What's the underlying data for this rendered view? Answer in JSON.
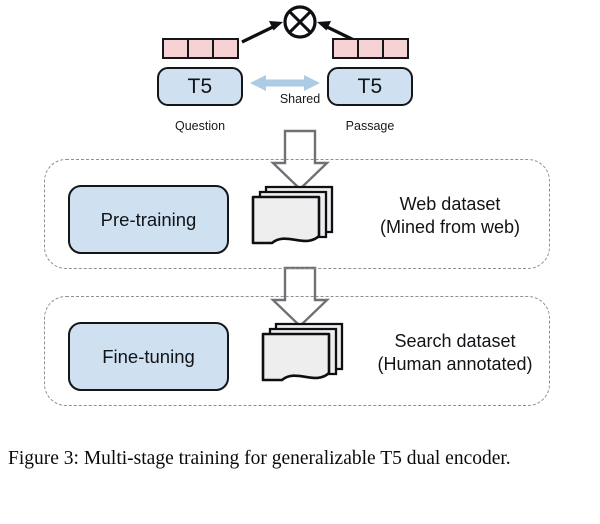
{
  "figure": {
    "caption": "Figure 3: Multi-stage training for generalizable T5 dual encoder."
  },
  "dual_encoder": {
    "similarity_operator": "⊗",
    "left": {
      "encoder_label": "T5",
      "io_caption": "Question",
      "token_count": 3
    },
    "right": {
      "encoder_label": "T5",
      "io_caption": "Passage",
      "token_count": 3
    },
    "shared_label": "Shared"
  },
  "stages": [
    {
      "stage_label": "Pre-training",
      "dataset_title": "Web dataset",
      "dataset_subtitle": "(Mined from web)",
      "document_count": 3
    },
    {
      "stage_label": "Fine-tuning",
      "dataset_title": "Search dataset",
      "dataset_subtitle": "(Human annotated)",
      "document_count": 3
    }
  ],
  "colors": {
    "encoder_fill": "#cfe0f1",
    "token_fill": "#f6d2d4",
    "outline": "#14161a",
    "dashed_border": "#8d8f92",
    "shared_arrow": "#aecbe5",
    "block_arrow_outline": "#6f7175",
    "document_fill": "#eeeeee"
  }
}
